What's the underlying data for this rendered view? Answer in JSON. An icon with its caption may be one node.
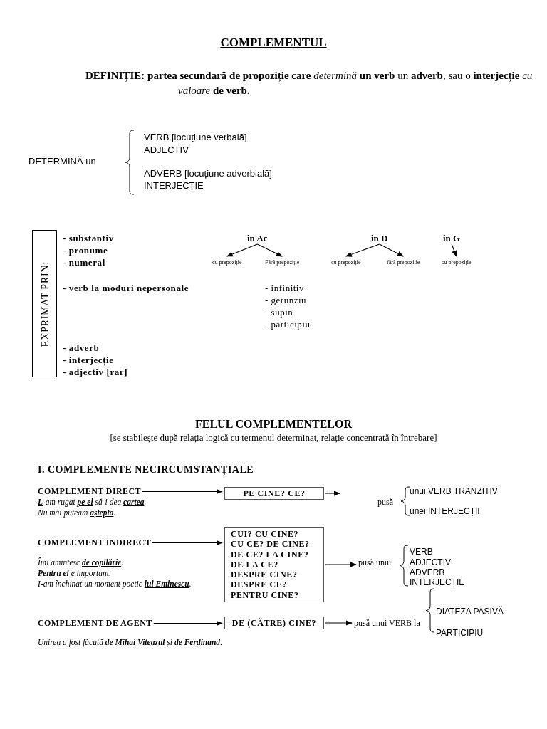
{
  "diagram": {
    "title": "COMPLEMENTUL",
    "nodes": [
      {
        "text": [
          "EXPRIMAT PRIN:"
        ]
      },
      {
        "text": [
          "în Ac"
        ]
      },
      {
        "text": [
          "cu prepoziție"
        ]
      },
      {
        "text": [
          "Fără prepoziție"
        ]
      },
      {
        "text": [
          "în D"
        ]
      },
      {
        "text": [
          "cu prepoziție"
        ]
      },
      {
        "text": [
          "fără prepoziție"
        ]
      },
      {
        "text": [
          "în G"
        ]
      },
      {
        "text": [
          "cu prepoziție"
        ]
      },
      {
        "text": [
          "COMPLEMENT DIRECT"
        ]
      },
      {
        "text": [
          "PE CINE? CE?"
        ]
      },
      {
        "text": [
          "COMPLEMENT INDIRECT"
        ]
      },
      {
        "text": [
          "CUI? CU CINE?",
          "CU CE? DE CINE?",
          "DE CE? LA CINE?",
          "DE LA CE?",
          "DESPRE CINE?",
          "DESPRE CE?",
          "PENTRU CINE?"
        ]
      },
      {
        "text": [
          "pusă unui"
        ]
      },
      {
        "text": [
          "COMPLEMENT DE AGENT"
        ]
      },
      {
        "text": [
          "DE (CĂTRE) CINE?"
        ]
      },
      {
        "text": [
          "pusă unui VERB la"
        ]
      }
    ],
    "edges": [
      {
        "from": 1,
        "to": 2,
        "arrow": "to"
      },
      {
        "from": 1,
        "to": 3,
        "arrow": "to"
      },
      {
        "from": 4,
        "to": 5,
        "arrow": "to"
      },
      {
        "from": 4,
        "to": 6,
        "arrow": "to"
      },
      {
        "from": 7,
        "to": 8,
        "arrow": "to"
      },
      {
        "from": 9,
        "to": 10,
        "arrow": "to"
      },
      {
        "from": 10,
        "to": null,
        "arrow": "to"
      },
      {
        "from": 11,
        "to": 12,
        "arrow": "to"
      },
      {
        "from": 12,
        "to": 13,
        "arrow": "to"
      },
      {
        "from": 14,
        "to": 15,
        "arrow": "to"
      },
      {
        "from": 15,
        "to": 16,
        "arrow": "to"
      }
    ],
    "labels": [
      "**DEFINIȚIE:** **partea secundară de propoziție care** *determină* **un verb** un **adverb**, sau o **interjecție** *cu valoare* **de verb.**",
      "DETERMINĂ un",
      "VERB [locuțiune verbală]",
      "ADJECTIV",
      "ADVERB [locuțiune adverbială]",
      "INTERJECȚIE",
      "- substantiv",
      "- pronume",
      "- numeral",
      "- verb la moduri nepersonale",
      "- infinitiv",
      "- gerunziu",
      "- supin",
      "- participiu",
      "- adverb",
      "- interjecție",
      "- adjectiv [rar]",
      "FELUL COMPLEMENTELOR",
      "[se stabilește după relația logică cu termenul determinat, relație concentrată în întrebare]",
      "I. COMPLEMENTE NECIRCUMSTANȚIALE",
      "unui VERB TRANZITIV",
      "**L**-am rugat **pe el** să-i dea **cartea**.",
      "pusă",
      "Nu mai puteam **aștepta**.",
      "unei INTERJECȚII",
      "VERB",
      "Îmi amintesc **de copilărie**.",
      "ADJECTIV",
      "**Pentru el** e important.",
      "ADVERB",
      "I-am închinat un moment poetic **lui Eminescu**.",
      "INTERJECȚIE",
      "DIATEZA PASIVĂ",
      "PARTICIPIU",
      "Unirea a fost făcută **de Mihai Viteazul** și **de Ferdinand**."
    ]
  }
}
